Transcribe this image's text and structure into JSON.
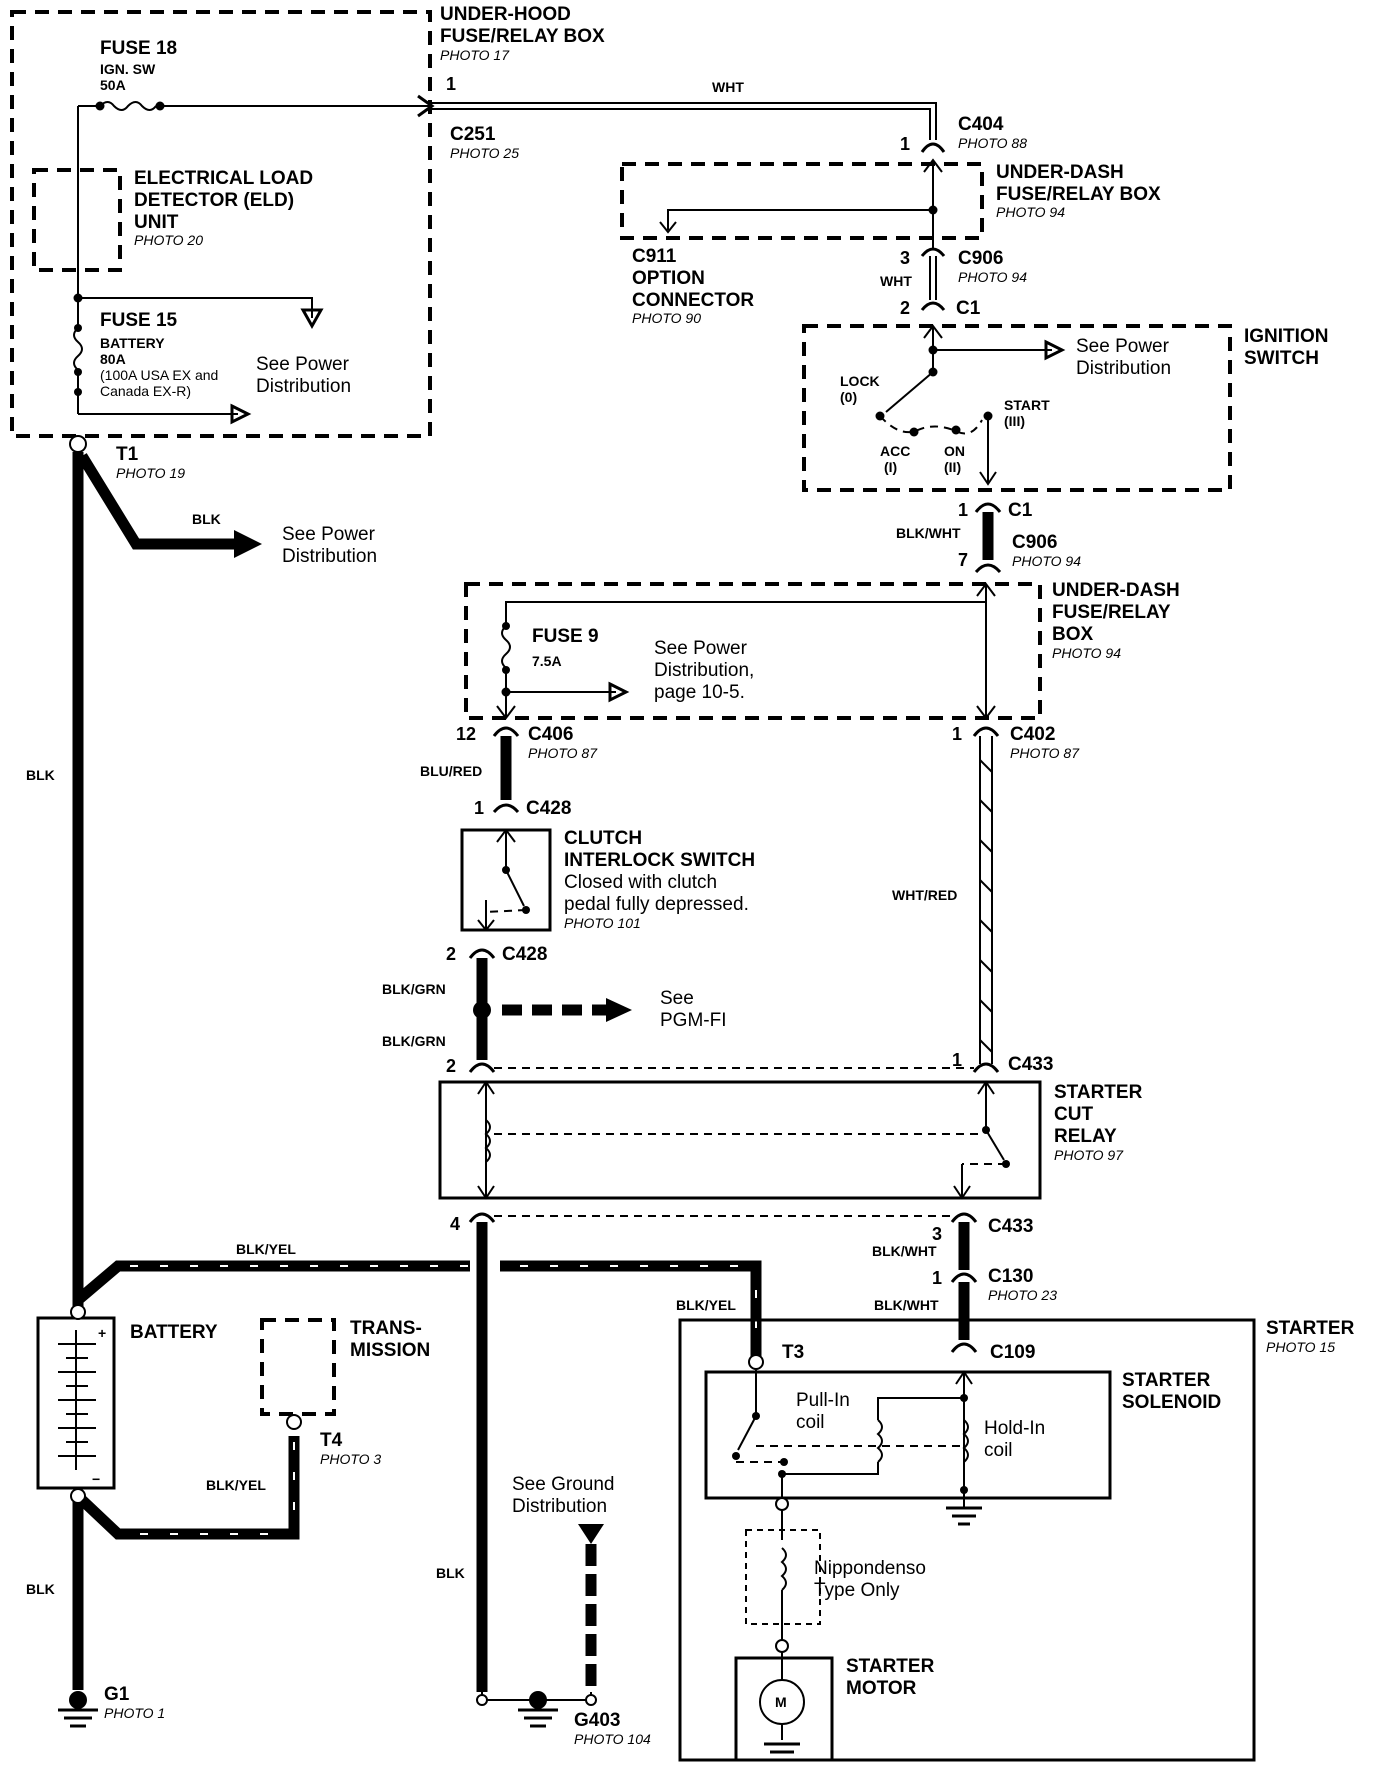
{
  "under_hood_box": {
    "title_line1": "UNDER-HOOD",
    "title_line2": "FUSE/RELAY BOX",
    "photo": "PHOTO 17",
    "fuse18_title": "FUSE 18",
    "fuse18_sub1": "IGN. SW",
    "fuse18_sub2": "50A",
    "eld_line1": "ELECTRICAL LOAD",
    "eld_line2": "DETECTOR (ELD)",
    "eld_line3": "UNIT",
    "eld_photo": "PHOTO 20",
    "fuse15_title": "FUSE 15",
    "fuse15_sub1": "BATTERY",
    "fuse15_sub2": "80A",
    "fuse15_sub3": "(100A USA EX and",
    "fuse15_sub4": "Canada EX-R)",
    "see_power_1": "See Power",
    "see_power_2": "Distribution"
  },
  "c251": {
    "pin": "1",
    "name": "C251",
    "photo": "PHOTO 25"
  },
  "t1": {
    "name": "T1",
    "photo": "PHOTO 19",
    "wire": "BLK",
    "see1": "See Power",
    "see2": "Distribution"
  },
  "wht_top": "WHT",
  "c404": {
    "pin": "1",
    "name": "C404",
    "photo": "PHOTO 88"
  },
  "under_dash_1": {
    "line1": "UNDER-DASH",
    "line2": "FUSE/RELAY BOX",
    "photo": "PHOTO 94"
  },
  "c911": {
    "line1": "C911",
    "line2": "OPTION",
    "line3": "CONNECTOR",
    "photo": "PHOTO 90"
  },
  "c906_top": {
    "pin": "3",
    "name": "C906",
    "photo": "PHOTO 94",
    "wire": "WHT",
    "pin2": "2",
    "name2": "C1"
  },
  "ignition": {
    "title1": "IGNITION",
    "title2": "SWITCH",
    "see1": "See Power",
    "see2": "Distribution",
    "lock1": "LOCK",
    "lock2": "(0)",
    "acc1": "ACC",
    "acc2": "(I)",
    "on1": "ON",
    "on2": "(II)",
    "start1": "START",
    "start2": "(III)"
  },
  "c1_bottom": {
    "pin": "1",
    "name": "C1",
    "wire": "BLK/WHT",
    "pin7": "7",
    "name2": "C906",
    "photo": "PHOTO 94"
  },
  "under_dash_2": {
    "line1": "UNDER-DASH",
    "line2": "FUSE/RELAY",
    "line3": "BOX",
    "photo": "PHOTO 94",
    "fuse9": "FUSE 9",
    "fuse9_rating": "7.5A",
    "see1": "See Power",
    "see2": "Distribution,",
    "see3": "page 10-5."
  },
  "c406": {
    "pin": "12",
    "name": "C406",
    "photo": "PHOTO 87",
    "wire": "BLU/RED"
  },
  "c402": {
    "pin": "1",
    "name": "C402",
    "photo": "PHOTO 87"
  },
  "c428_top": {
    "pin": "1",
    "name": "C428"
  },
  "clutch": {
    "title1": "CLUTCH",
    "title2": "INTERLOCK SWITCH",
    "desc1": "Closed with clutch",
    "desc2": "pedal fully depressed.",
    "photo": "PHOTO 101"
  },
  "wht_red": "WHT/RED",
  "c428_bottom": {
    "pin": "2",
    "name": "C428"
  },
  "blk_grn_1": "BLK/GRN",
  "blk_grn_2": "BLK/GRN",
  "pgm": {
    "line1": "See",
    "line2": "PGM-FI"
  },
  "c433_top": {
    "pin_left": "2",
    "pin_right": "1",
    "name": "C433"
  },
  "starter_cut": {
    "line1": "STARTER",
    "line2": "CUT",
    "line3": "RELAY",
    "photo": "PHOTO 97"
  },
  "c433_bottom": {
    "pin_left": "4",
    "pin_right": "3",
    "name": "C433",
    "wire": "BLK/WHT"
  },
  "c130": {
    "pin": "1",
    "name": "C130",
    "photo": "PHOTO 23",
    "wire": "BLK/WHT"
  },
  "blk_yel_top": "BLK/YEL",
  "blk_yel_right": "BLK/YEL",
  "blk_yel_t4": "BLK/YEL",
  "battery": {
    "label": "BATTERY",
    "plus": "+",
    "minus": "−"
  },
  "transmission": {
    "line1": "TRANS-",
    "line2": "MISSION",
    "t4": "T4",
    "photo": "PHOTO 3"
  },
  "blk_left": "BLK",
  "blk_lower_left": "BLK",
  "blk_mid": "BLK",
  "g1": {
    "name": "G1",
    "photo": "PHOTO 1"
  },
  "ground_dist": {
    "line1": "See Ground",
    "line2": "Distribution"
  },
  "g403": {
    "name": "G403",
    "photo": "PHOTO 104"
  },
  "starter": {
    "title": "STARTER",
    "photo": "PHOTO 15"
  },
  "t3": "T3",
  "c109": "C109",
  "solenoid": {
    "line1": "STARTER",
    "line2": "SOLENOID",
    "pull1": "Pull-In",
    "pull2": "coil",
    "hold1": "Hold-In",
    "hold2": "coil"
  },
  "nippondenso": {
    "line1": "Nippondenso",
    "line2": "Type Only"
  },
  "motor": {
    "line1": "STARTER",
    "line2": "MOTOR",
    "symbol": "M"
  }
}
